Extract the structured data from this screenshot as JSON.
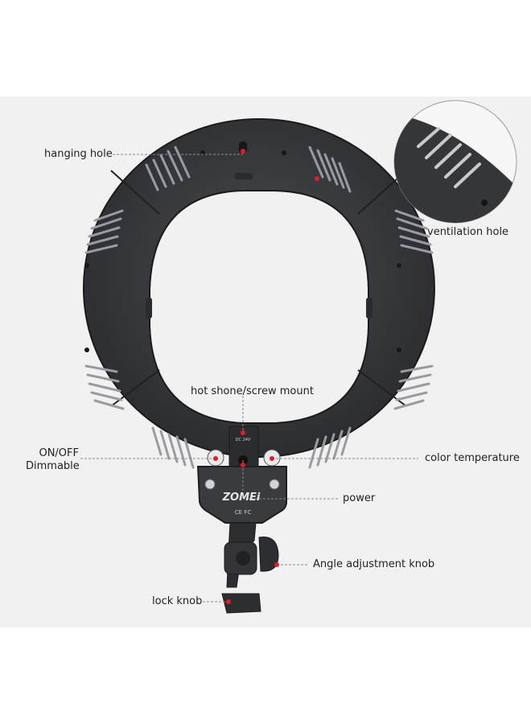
{
  "colors": {
    "background": "#f1f1f1",
    "ring": "#3a3b3e",
    "ring_edge": "#1e1f21",
    "marker": "#d9202a",
    "leader": "#8a8a8a"
  },
  "brand": {
    "logo_text": "ZOMEi",
    "port_text": "DC 24V",
    "cert_marks": "CE FC"
  },
  "callouts": {
    "hanging_hole": "hanging hole",
    "ventilation_hole": "ventilation hole",
    "hot_shoe_mount": "hot shone/screw mount",
    "on_off": "ON/OFF\nDimmable",
    "color_temperature": "color temperature",
    "power": "power",
    "angle_knob": "Angle adjustment knob",
    "lock_knob": "lock knob"
  }
}
